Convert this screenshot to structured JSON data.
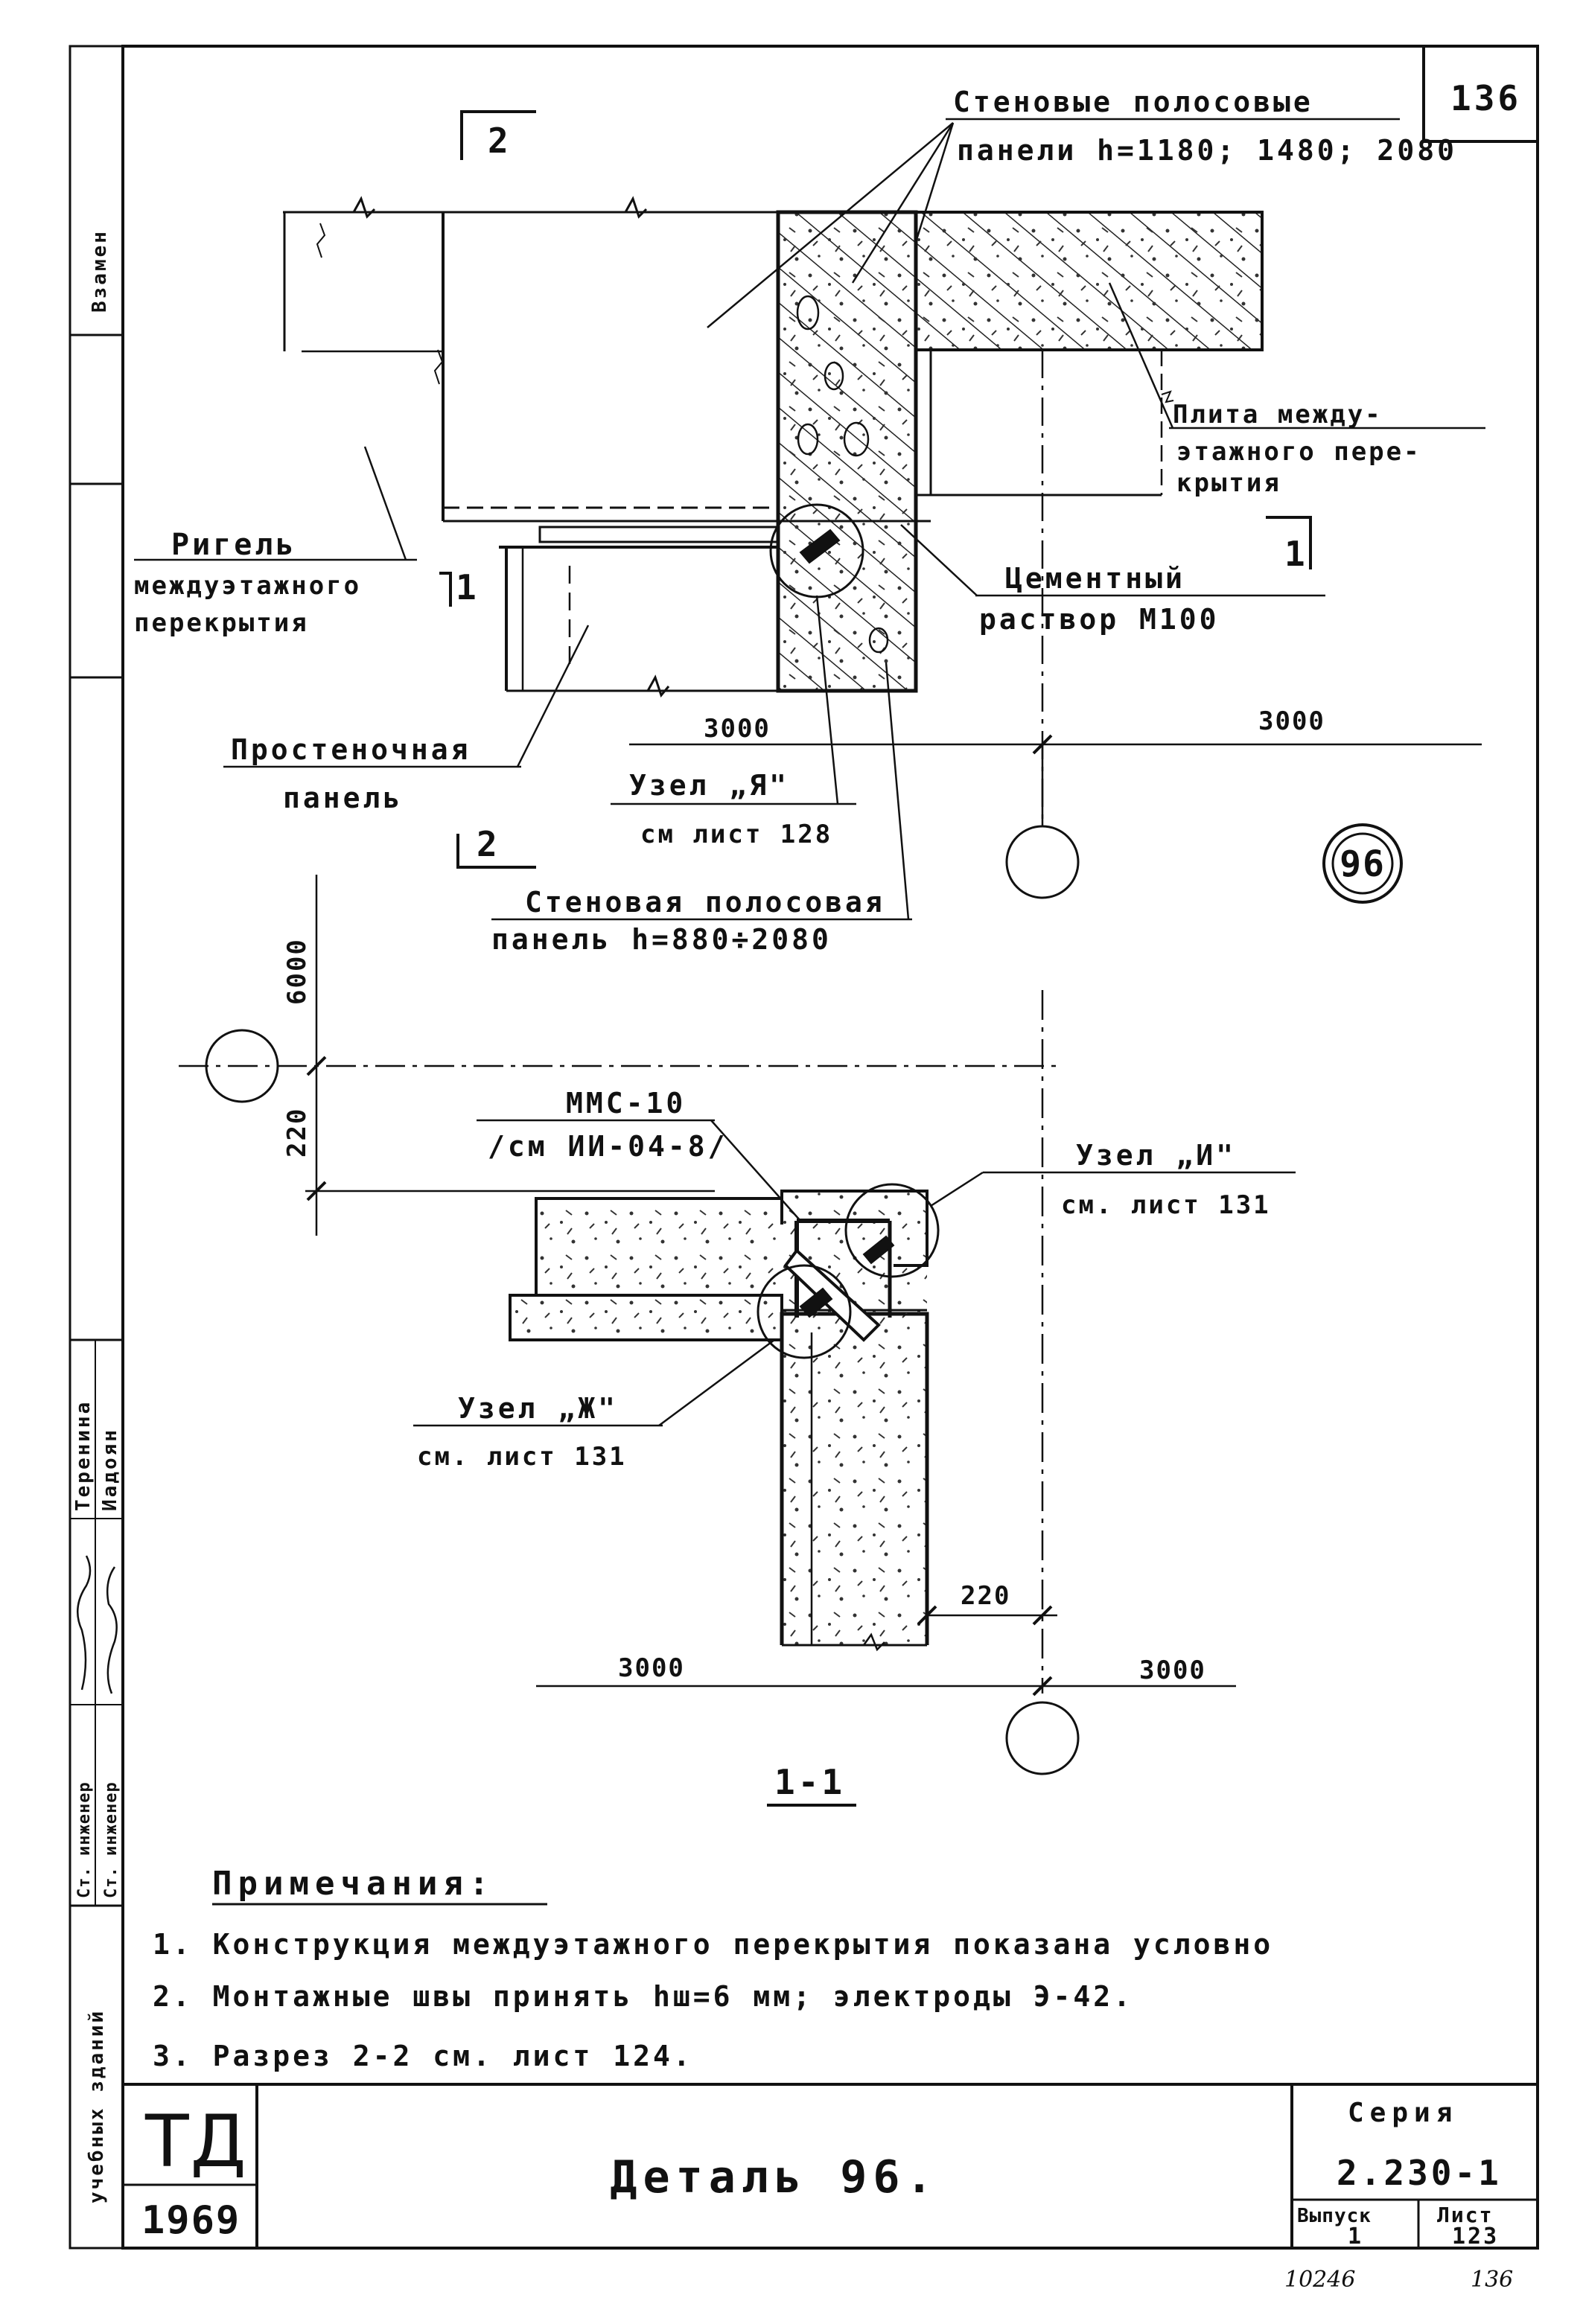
{
  "sheet_number": "136",
  "labels": {
    "wall_strip_panels_top_l1": "Стеновые полосовые",
    "wall_strip_panels_top_l2": "панели h=1180; 1480; 2080",
    "slab_l1": "Плита междy-",
    "slab_l2": "этажного пере-",
    "slab_l3": "крытия",
    "girder_l1": "Ригель",
    "girder_l2": "междуэтажного",
    "girder_l3": "перекрытия",
    "mortar_l1": "Цементный",
    "mortar_l2": "раствор М100",
    "pier_panel_l1": "Простеночная",
    "pier_panel_l2": "панель",
    "node_ya_l1": "Узел „Я\"",
    "node_ya_l2": "см лист 128",
    "wall_strip_panel_bottom_l1": "Стеновая полосовая",
    "wall_strip_panel_bottom_l2": "панель h=880÷2080",
    "mmc_l1": "ММС-10",
    "mmc_l2": "/см ИИ-04-8/",
    "node_i_l1": "Узел „И\"",
    "node_i_l2": "см. лист 131",
    "node_zh_l1": "Узел „Ж\"",
    "node_zh_l2": "см. лист 131",
    "section_1_top": "1",
    "section_1_bottom": "1",
    "section_2_top": "2",
    "section_2_bottom": "2",
    "section_1_1": "1-1"
  },
  "dimensions": {
    "top_left_3000": "3000",
    "top_right_3000": "3000",
    "vert_6000": "6000",
    "vert_220": "220",
    "bottom_220": "220",
    "bottom_left_3000": "3000",
    "bottom_right_3000": "3000"
  },
  "detail_marker": "96",
  "notes": {
    "title": "Примечания:",
    "items": [
      "1. Конструкция междуэтажного перекрытия показана условно",
      "2. Монтажные швы принять hш=6 мм; электроды Э-42.",
      "3. Разрез 2-2 см. лист 124."
    ]
  },
  "title_block": {
    "logo": "ТД",
    "year": "1969",
    "title": "Деталь 96.",
    "series_label": "Серия",
    "series_value": "2.230-1",
    "issue_label": "Выпуск",
    "issue_value": "1",
    "sheet_label": "Лист",
    "sheet_value": "123"
  },
  "side_strip": {
    "replace": "Взамен",
    "eng1_role": "Ст. инженер",
    "eng2_role": "Ст. инженер",
    "eng1_name": "Теренина",
    "eng2_name": "Иадоян",
    "project": "учебных зданий"
  },
  "footer": {
    "archive_number": "10246",
    "page_number": "136"
  }
}
